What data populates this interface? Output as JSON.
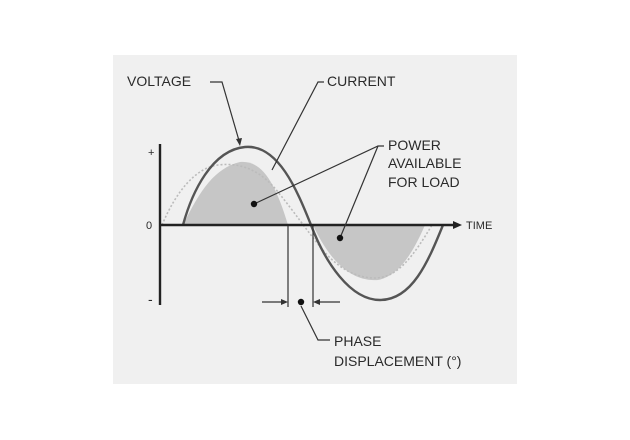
{
  "labels": {
    "voltage": "VOLTAGE",
    "current": "CURRENT",
    "power_line1": "POWER",
    "power_line2": "AVAILABLE",
    "power_line3": "FOR LOAD",
    "time_axis": "TIME",
    "phase_line1": "PHASE",
    "phase_line2": "DISPLACEMENT (°)",
    "y_plus": "+",
    "y_zero": "0",
    "y_minus": "-"
  },
  "colors": {
    "panel_background": "#f0f0f0",
    "power_fill": "#c6c6c6",
    "voltage_curve": "#bbbbbb",
    "current_curve": "#555555",
    "axes": "#222222"
  }
}
